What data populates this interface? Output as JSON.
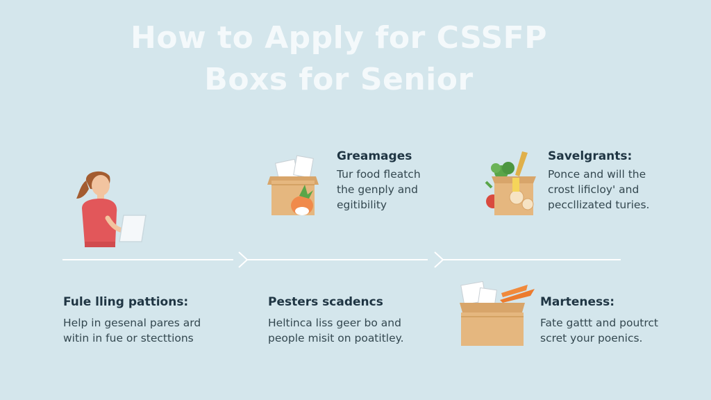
{
  "title": {
    "line1": "How to Apply for CSSFP",
    "line2": "Boxs for Senior"
  },
  "steps": {
    "top_middle": {
      "title": "Greamages",
      "lines": [
        "Tur food fleatch",
        "the genply and",
        "egitibility"
      ]
    },
    "top_right": {
      "title": "Savelgrants:",
      "lines": [
        "Ponce and will the",
        "crost lificloy' and",
        "peccllizated turies."
      ]
    },
    "bottom_left": {
      "title": "Fule lling pattions:",
      "lines": [
        "Help in gesenal pares ard",
        "witin in fue or stecttions"
      ]
    },
    "bottom_middle": {
      "title": "Pesters scadencs",
      "lines": [
        "Heltinca liss geer bo and",
        "people misit on poatitley."
      ]
    },
    "bottom_right": {
      "title": "Marteness:",
      "lines": [
        "Fate gattt and poutrct",
        "scret your poenics."
      ]
    }
  },
  "colors": {
    "background": "#d4e6ec",
    "title_text": "#f4f9fb",
    "box": "#e5b77f",
    "shirt": "#e2575a",
    "timeline": "#ffffff"
  },
  "icons": [
    "woman-with-tablet-icon",
    "box-with-papers-and-vegetables-icon",
    "box-with-groceries-icon",
    "box-with-papers-and-carrots-icon",
    "chevron-right-icon"
  ]
}
